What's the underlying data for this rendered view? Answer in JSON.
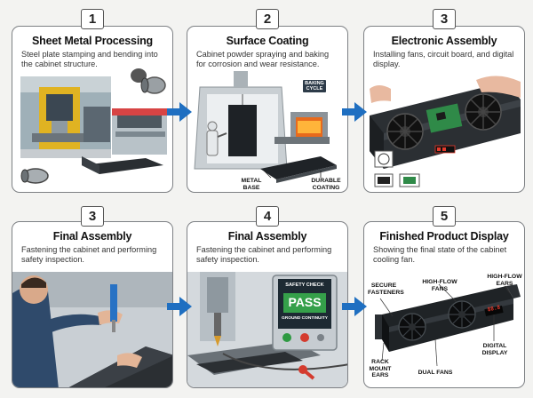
{
  "steps": [
    {
      "num": "1",
      "title": "Sheet Metal Processing",
      "desc": "Steel plate stamping and bending into the cabinet structure."
    },
    {
      "num": "2",
      "title": "Surface Coating",
      "desc": "Cabinet powder spraying and baking for corrosion and wear resistance."
    },
    {
      "num": "3",
      "title": "Electronic Assembly",
      "desc": "Installing fans, circuit board, and digital display."
    },
    {
      "num": "3",
      "title": "Final Assembly",
      "desc": "Fastening the cabinet and performing safety inspection."
    },
    {
      "num": "4",
      "title": "Final Assembly",
      "desc": "Fastening the cabinet and performing safety inspection."
    },
    {
      "num": "5",
      "title": "Finished Product Display",
      "desc": "Showing the final state of the cabinet cooling fan."
    }
  ],
  "callouts": {
    "baking_cycle": "BAKING CYCLE",
    "metal_base": "METAL BASE",
    "durable_coating": "DURABLE COATING",
    "safety_check": "SAFETY CHECK",
    "pass": "PASS",
    "ground_continuity": "GROUND CONTINUITY",
    "secure_fasteners": "SECURE FASTENERS",
    "high_flow_fans": "HIGH-FLOW FANS",
    "high_flow_ears": "HIGH-FLOW EARS",
    "rack_mount_ears": "RACK MOUNT EARS",
    "dual_fans": "DUAL FANS",
    "digital_display": "DIGITAL DISPLAY",
    "display_reading": "88.8"
  },
  "colors": {
    "arrow": "#1f6fc1",
    "pass": "#35a04a",
    "display": "#e53a2c"
  }
}
